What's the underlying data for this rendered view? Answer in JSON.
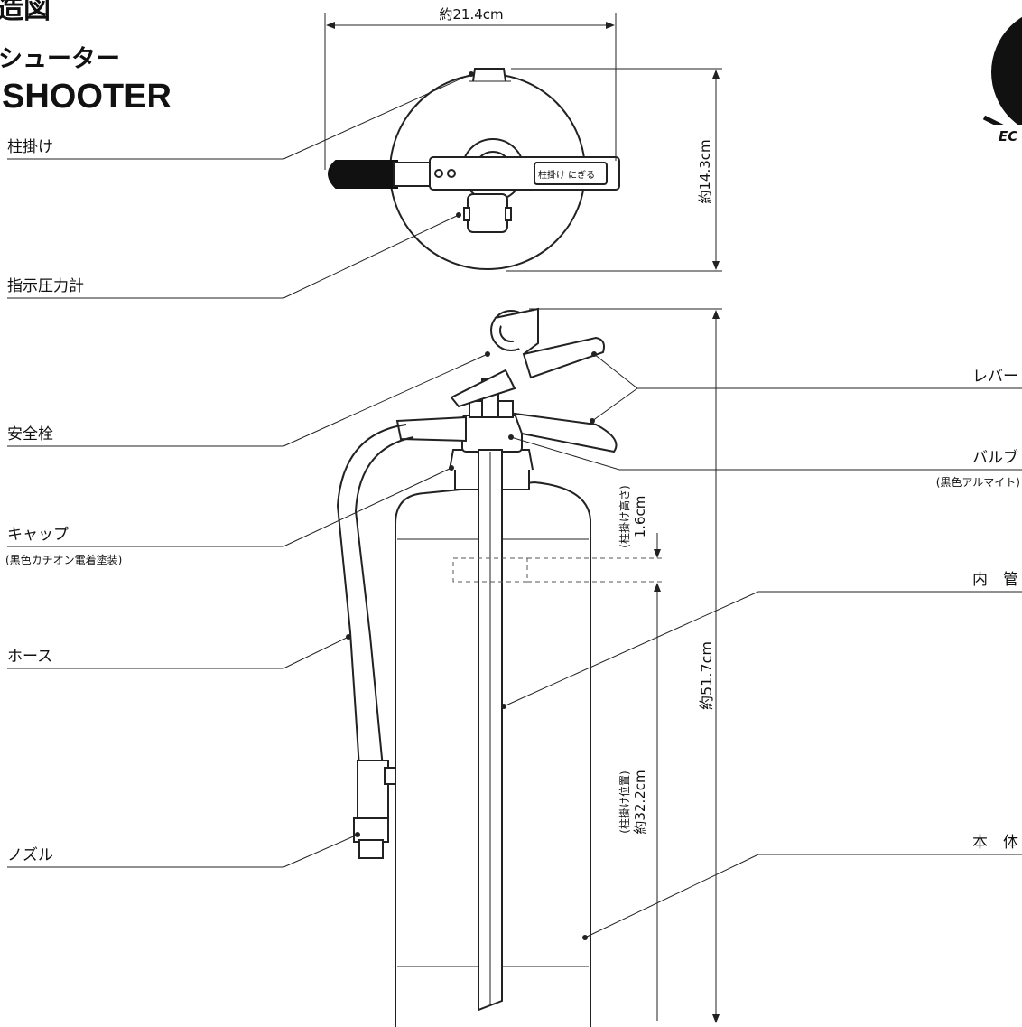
{
  "title": {
    "heading": "造図",
    "product_jp": "シューター",
    "product_en": "SHOOTER"
  },
  "parts": {
    "pillar_hook": "柱掛け",
    "pressure_gauge": "指示圧力計",
    "safety_pin": "安全栓",
    "cap": "キャップ",
    "cap_note": "(黒色カチオン電着塗装)",
    "hose": "ホース",
    "nozzle": "ノズル",
    "lever": "レバー",
    "valve": "バルブ",
    "valve_note": "(黒色アルマイト)",
    "inner_tube": "内　管",
    "body": "本　体"
  },
  "dimensions": {
    "top_width": "約21.4cm",
    "top_depth": "約14.3cm",
    "hook_height_note": "(柱掛け高さ)",
    "hook_height": "1.6cm",
    "total_height": "約51.7cm",
    "hook_position_note": "(柱掛け位置)",
    "hook_position": "約32.2cm"
  },
  "handle_label": "柱掛け にぎる",
  "logo_text": "EC",
  "colors": {
    "line": "#222222",
    "fill": "#ffffff",
    "handle": "#111111",
    "logo": "#111111"
  }
}
